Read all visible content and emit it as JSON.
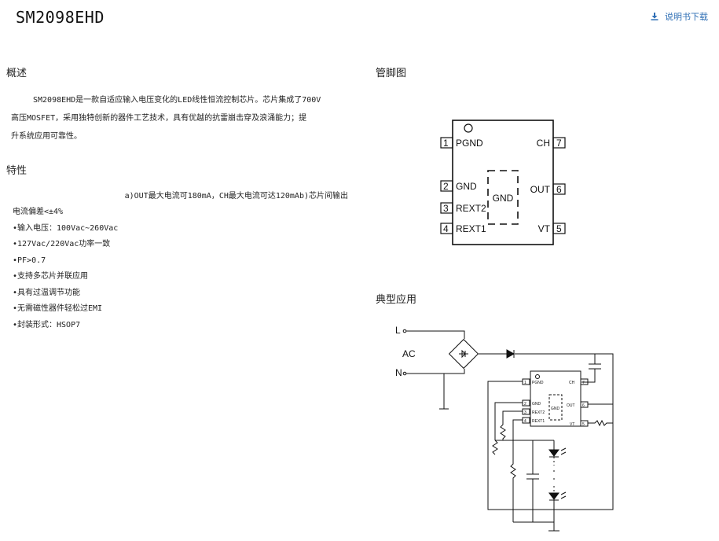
{
  "header": {
    "title": "SM2098EHD",
    "download_label": "说明书下载",
    "download_icon": "download-icon",
    "accent_color": "#2f6fb5"
  },
  "overview": {
    "heading": "概述",
    "lines": [
      "SM2098EHD是一款自适应输入电压变化的LED线性恒流控制芯片。芯片集成了700V",
      "高压MOSFET，采用独特创新的器件工艺技术，具有优越的抗雷崩击穿及浪涌能力；提",
      "升系统应用可靠性。"
    ]
  },
  "features": {
    "heading": "特性",
    "first_line": "a)OUT最大电流可180mA，CH最大电流可达120mAb)芯片间输出",
    "items": [
      "电流偏差<±4%",
      "•输入电压：100Vac~260Vac",
      "•127Vac/220Vac功率一致",
      "•PF>0.7",
      "•支持多芯片并联应用",
      "•具有过温调节功能",
      "•无需磁性器件轻松过EMI",
      "•封装形式：HSOP7"
    ]
  },
  "pinout": {
    "heading": "管脚图",
    "left_pins": [
      {
        "num": "1",
        "name": "PGND"
      },
      {
        "num": "2",
        "name": "GND"
      },
      {
        "num": "3",
        "name": "REXT2"
      },
      {
        "num": "4",
        "name": "REXT1"
      }
    ],
    "right_pins": [
      {
        "num": "7",
        "name": "CH"
      },
      {
        "num": "6",
        "name": "OUT"
      },
      {
        "num": "5",
        "name": "VT"
      }
    ],
    "pad_label": "GND"
  },
  "application": {
    "heading": "典型应用",
    "l_label": "L",
    "ac_label": "AC",
    "n_label": "N",
    "chip_pins": {
      "p1": "1",
      "p1_name": "PGND",
      "p2": "2",
      "p2_name": "GND",
      "p3": "3",
      "p3_name": "REXT2",
      "p4": "4",
      "p4_name": "REXT1",
      "p7": "7",
      "p7_name": "CH",
      "p6": "6",
      "p6_name": "OUT",
      "p5": "5",
      "p5_name": "VT",
      "pad": "GND"
    }
  }
}
